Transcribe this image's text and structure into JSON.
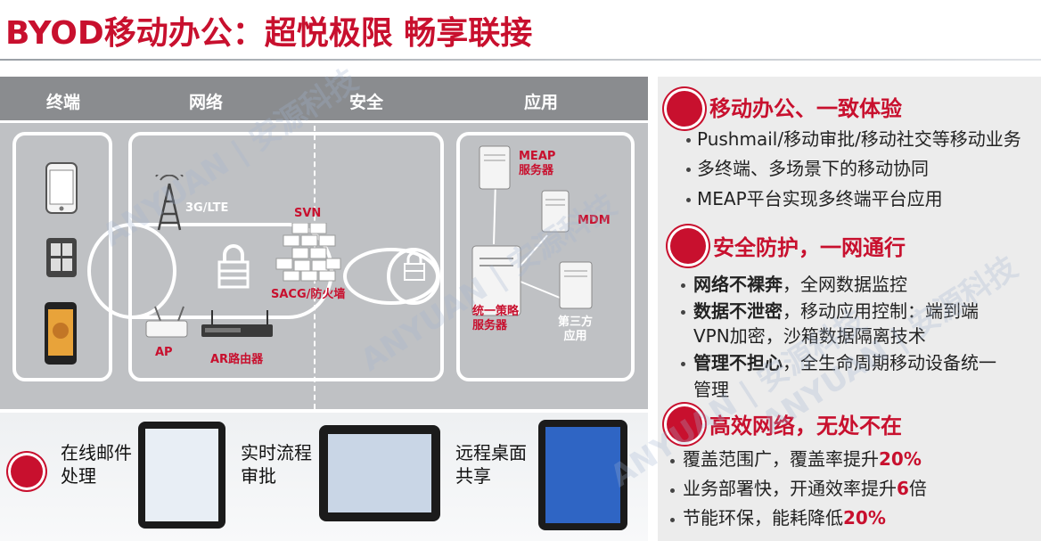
{
  "title": "BYOD移动办公：超悦极限 畅享联接",
  "colors": {
    "accent": "#c8102e",
    "header_gray": "#8a8c8f",
    "diagram_bg": "#bfc1c4"
  },
  "diagram": {
    "headers": [
      "终端",
      "网络",
      "安全",
      "应用"
    ],
    "labels": {
      "lte": "3G/LTE",
      "ap": "AP",
      "ar": "AR路由器",
      "svn": "SVN",
      "sacg": "SACG/防火墙",
      "meap": "MEAP\n服务器",
      "mdm": "MDM",
      "policy": "统一策略\n服务器",
      "third": "第三方\n应用"
    }
  },
  "bottom": {
    "items": [
      {
        "caption": "在线邮件\n处理",
        "icon": "email-box-icon"
      },
      {
        "caption": "实时流程\n审批",
        "icon": "tablet-icon"
      },
      {
        "caption": "远程桌面\n共享",
        "icon": "tablet-icon"
      }
    ]
  },
  "right": {
    "sections": [
      {
        "title": "移动办公、一致体验",
        "icon": "box-icon",
        "items": [
          "Pushmail/移动审批/移动社交等移动业务",
          "多终端、多场景下的移动协同",
          "MEAP平台实现多终端平台应用"
        ]
      },
      {
        "title": "安全防护，一网通行",
        "icon": "shield-icon",
        "items": [
          {
            "bold": "网络不裸奔",
            "rest": "，全网数据监控"
          },
          {
            "bold": "数据不泄密",
            "rest": "，移动应用控制：端到端",
            "cont": "VPN加密，沙箱数据隔离技术"
          },
          {
            "bold": "管理不担心",
            "rest": "，全生命周期移动设备统一",
            "cont": "管理"
          }
        ]
      },
      {
        "title": "高效网络，无处不在",
        "icon": "network-icon",
        "items": [
          {
            "text": "覆盖范围广，覆盖率提升",
            "hl": "20%"
          },
          {
            "text": "业务部署快，开通效率提升",
            "hl": "6",
            "tail": "倍"
          },
          {
            "text": "节能环保，能耗降低",
            "hl": "20%"
          }
        ]
      }
    ]
  },
  "watermark": "ANYUAN | 安源科技"
}
